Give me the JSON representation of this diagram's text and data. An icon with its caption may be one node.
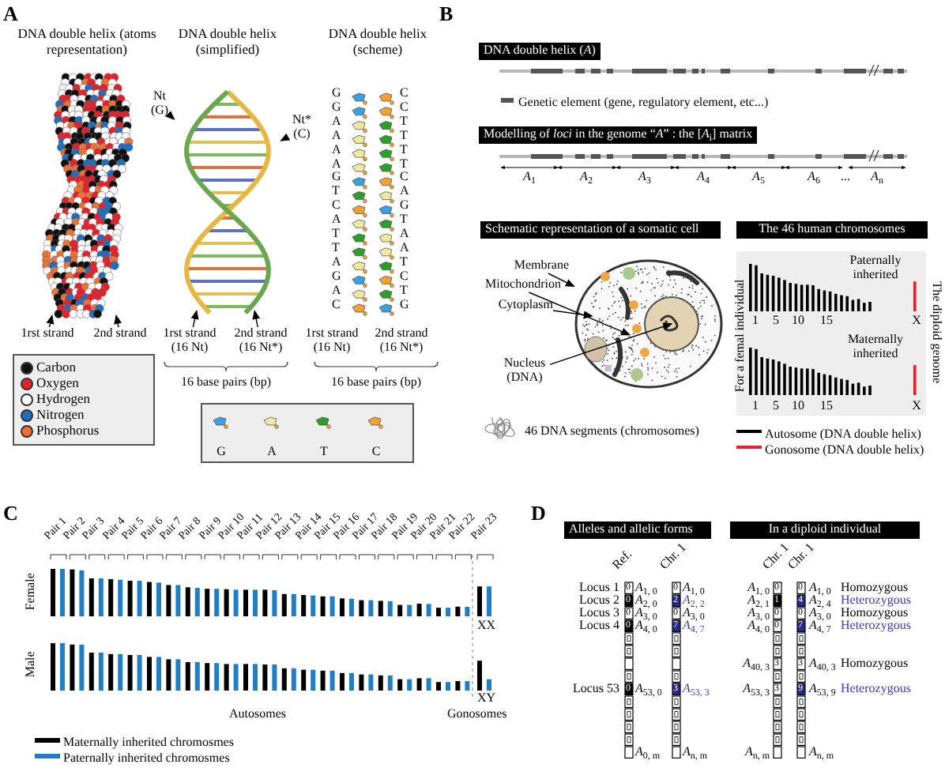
{
  "diagram": {
    "nodes": [
      {
        "text": [
          "DNA double helix (atoms representation)"
        ]
      },
      {
        "text": [
          "1rst strand"
        ]
      },
      {
        "text": [
          "2nd strand"
        ]
      },
      {
        "text": [
          "DNA double helix (simplified)"
        ]
      },
      {
        "text": [
          "Nt (G)"
        ]
      },
      {
        "text": [
          "Nt* (C)"
        ]
      },
      {
        "text": [
          "1rst strand (16 Nt)"
        ]
      },
      {
        "text": [
          "2nd strand (16 Nt*)"
        ]
      },
      {
        "text": [
          "DNA double helix (scheme)"
        ]
      },
      {
        "text": [],
        "shape": "picture"
      },
      {
        "text": [
          "Membrane"
        ]
      },
      {
        "text": [
          "Mitochondrion"
        ]
      },
      {
        "text": [
          "Cytoplasm"
        ]
      },
      {
        "text": [
          "Nucleus (DNA)"
        ]
      }
    ],
    "edges": [
      {
        "from": 1,
        "to": 0,
        "arrow": "to"
      },
      {
        "from": 2,
        "to": 0,
        "arrow": "to"
      },
      {
        "from": 4,
        "to": 3,
        "arrow": "to"
      },
      {
        "from": 5,
        "to": 3,
        "arrow": "to"
      },
      {
        "from": 6,
        "to": 3,
        "arrow": "to"
      },
      {
        "from": 7,
        "to": 3,
        "arrow": "to"
      },
      {
        "from": 10,
        "to": 9,
        "arrow": "to"
      },
      {
        "from": 11,
        "to": 9,
        "arrow": "to"
      },
      {
        "from": 12,
        "to": 9,
        "arrow": "to"
      },
      {
        "from": 13,
        "to": 9,
        "arrow": "to"
      }
    ],
    "labels": [
      "A",
      "G",
      "G",
      "A",
      "A",
      "A",
      "A",
      "G",
      "T",
      "C",
      "A",
      "T",
      "T",
      "A",
      "G",
      "A",
      "C",
      "C",
      "C",
      "T",
      "T",
      "T",
      "T",
      "C",
      "A",
      "G",
      "T",
      "A",
      "A",
      "T",
      "C",
      "T",
      "G",
      "1rst strand (16 Nt)",
      "2nd strand (16 Nt*)",
      "16 base pairs (bp)",
      "16 base pairs (bp)",
      "G",
      "A",
      "T",
      "C",
      "B",
      "DNA double helix (*A*)",
      "Modelling of *loci* in the genome “*A*” : the [*A*$_{i}$] matrix",
      "*A*$_{1}$",
      "*A*$_{2}$",
      "*A*$_{3}$",
      "*A*$_{4}$",
      "*A*$_{5}$",
      "*A*$_{6}$",
      "...",
      "*A*$_{n}$",
      "Schematic representation of a somatic cell",
      "46 DNA segments (chromosomes)",
      "The 46 human chromosomes",
      "Paternally inherited",
      "1",
      "5",
      "10",
      "15",
      "X",
      "Maternally inherited",
      "1",
      "5",
      "10",
      "15",
      "X",
      "For a femal individual",
      "The diploid genome",
      "C",
      "Pair 1",
      "Pair 2",
      "Pair 3",
      "Pair 4",
      "Pair 5",
      "Pair 6",
      "Pair 7",
      "Pair 8",
      "Pair 9",
      "Pair 10",
      "Pair 11",
      "Pair 12",
      "Pair 13",
      "Pair 14",
      "Pair 15",
      "Pair 16",
      "Pair 17",
      "Pair 18",
      "Pair 19",
      "Pair 20",
      "Pair 21",
      "Pair 22",
      "Pair 23",
      "Female",
      "Male",
      "XX",
      "XY",
      "Autosomes",
      "Gonosomes",
      "D",
      "Alleles and allelic forms",
      "In a diploid individual",
      "Ref.",
      "Chr. 1",
      "Chr. 1",
      "Chr. 1",
      "Locus 1",
      "0",
      "*A*$_{1, 0}$",
      "0",
      "*A*$_{1, 0}$",
      "*A*$_{1, 0}$",
      "0",
      "0",
      "*A*$_{1, 0}$",
      "Homozygous",
      "Locus 2",
      "0",
      "*A*$_{2, 0}$",
      "2",
      "*A*$_{2, 2}$",
      "*A*$_{2, 1}$",
      "1",
      "4",
      "*A*$_{2, 4}$",
      "Heterozygous",
      "Locus 3",
      "0",
      "*A*$_{3, 0}$",
      "0",
      "*A*$_{3, 0}$",
      "*A*$_{3, 0}$",
      "0",
      "0",
      "*A*$_{3, 0}$",
      "Homozygous",
      "Locus 4",
      "0",
      "*A*$_{4, 0}$",
      "7",
      "*A*$_{4, 7}$",
      "*A*$_{4, 0}$",
      "0",
      "7",
      "*A*$_{4, 7}$",
      "Heterozygous",
      "*A*$_{40, 3}$",
      "3",
      "3",
      "*A*$_{40, 3}$",
      "Homozygous",
      "Locus 53",
      "0",
      "*A*$_{53, 0}$",
      "3",
      "*A*$_{53, 3}$",
      "*A*$_{53, 3}$",
      "3",
      "9",
      "*A*$_{53, 9}$",
      "Heterozygous",
      "*A*$_{0, m}$",
      "*A*$_{n, m}$",
      "*A*$_{n, m}$",
      "*A*$_{n, m}$"
    ],
    "legend": [
      {
        "text": "Carbon",
        "color": "#111111"
      },
      {
        "text": "Oxygen",
        "color": "#e8202a"
      },
      {
        "text": "Hydrogen",
        "color": "#ffffff"
      },
      {
        "text": "Nitrogen",
        "color": "#1e6fc0"
      },
      {
        "text": "Phosphorus",
        "color": "#f07030"
      },
      {
        "text": "Genetic element (gene, regulatory element, etc...)",
        "color": "#555555"
      },
      {
        "text": "Autosome (DNA double helix)",
        "color": "#000000"
      },
      {
        "text": "Gonosome (DNA double helix)",
        "color": "#e8202a"
      },
      {
        "text": "Maternally inherited chromosmes",
        "color": "#000000"
      },
      {
        "text": "Paternally inherited chromosmes",
        "color": "#1e7fc8"
      }
    ]
  }
}
